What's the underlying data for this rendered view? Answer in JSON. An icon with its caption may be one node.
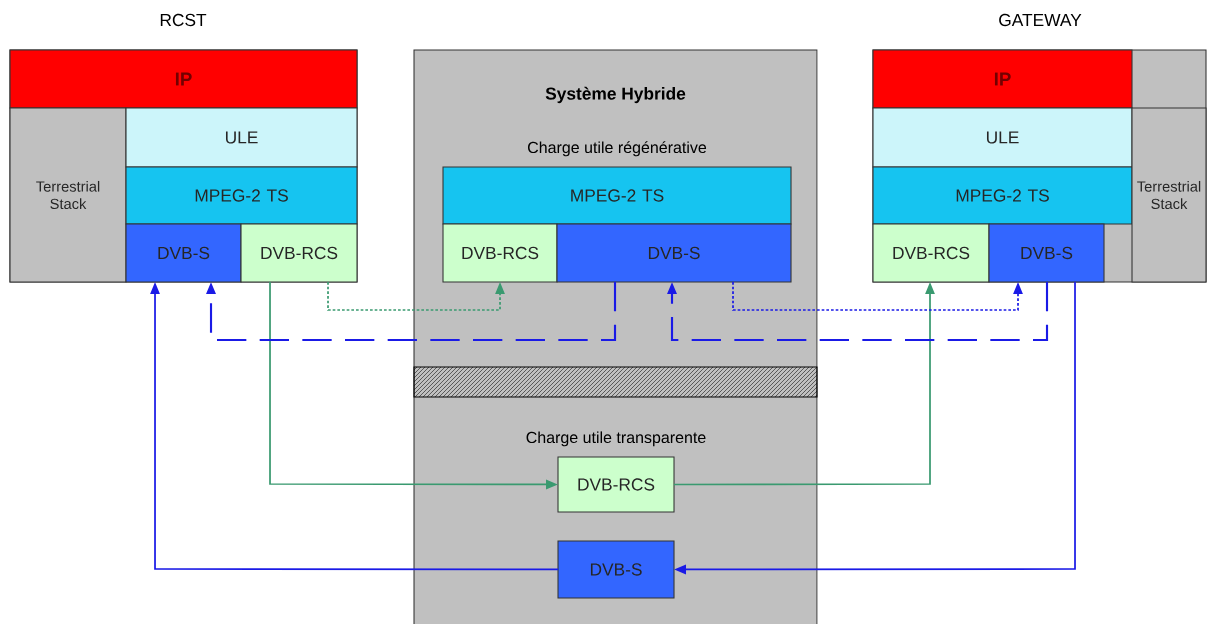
{
  "diagram": {
    "nodes": [
      {
        "text": [
          "RCST"
        ]
      },
      {
        "text": [
          "IP"
        ],
        "in": 0
      },
      {
        "text": [
          "Terrestrial Stack"
        ],
        "in": 0
      },
      {
        "text": [
          "ULE"
        ],
        "in": 0
      },
      {
        "text": [
          "MPEG-2 TS"
        ],
        "in": 0
      },
      {
        "text": [
          "DVB-S"
        ],
        "in": 0
      },
      {
        "text": [
          "DVB-RCS"
        ],
        "in": 0
      },
      {
        "text": [
          "Système Hybride"
        ]
      },
      {
        "text": [
          "MPEG-2 TS"
        ],
        "in": 7,
        "beside": [
          "Charge utile régénérative"
        ]
      },
      {
        "text": [
          "DVB-RCS"
        ],
        "in": 7
      },
      {
        "text": [
          "DVB-S"
        ],
        "in": 7
      },
      {
        "text": [
          "DVB-RCS"
        ],
        "in": 7,
        "beside": [
          "Charge utile transparente"
        ]
      },
      {
        "text": [
          "DVB-S"
        ],
        "in": 7
      },
      {
        "text": [
          "GATEWAY"
        ]
      },
      {
        "text": [
          "IP"
        ],
        "in": 13
      },
      {
        "text": [
          "ULE"
        ],
        "in": 13
      },
      {
        "text": [
          "MPEG-2 TS"
        ],
        "in": 13
      },
      {
        "text": [
          "DVB-RCS"
        ],
        "in": 13
      },
      {
        "text": [
          "DVB-S"
        ],
        "in": 13
      },
      {
        "text": [
          "Terrestrial Stack"
        ],
        "in": 13
      }
    ],
    "edges": [
      {
        "from": 12,
        "to": 5,
        "arrow": "to"
      },
      {
        "from": 18,
        "to": 12,
        "arrow": "to"
      },
      {
        "from": 6,
        "to": 11,
        "arrow": "to",
        "color": "#3a9a70"
      },
      {
        "from": 11,
        "to": 17,
        "arrow": "to",
        "color": "#3a9a70"
      },
      {
        "from": 6,
        "to": 9,
        "arrow": "to",
        "style": "dashed",
        "color": "#3a9a70"
      },
      {
        "from": 10,
        "to": 18,
        "arrow": "to",
        "style": "dashed"
      },
      {
        "from": 10,
        "to": 5,
        "arrow": "to",
        "style": "dashed"
      },
      {
        "from": 18,
        "to": 10,
        "arrow": "to",
        "style": "dashed"
      }
    ]
  }
}
